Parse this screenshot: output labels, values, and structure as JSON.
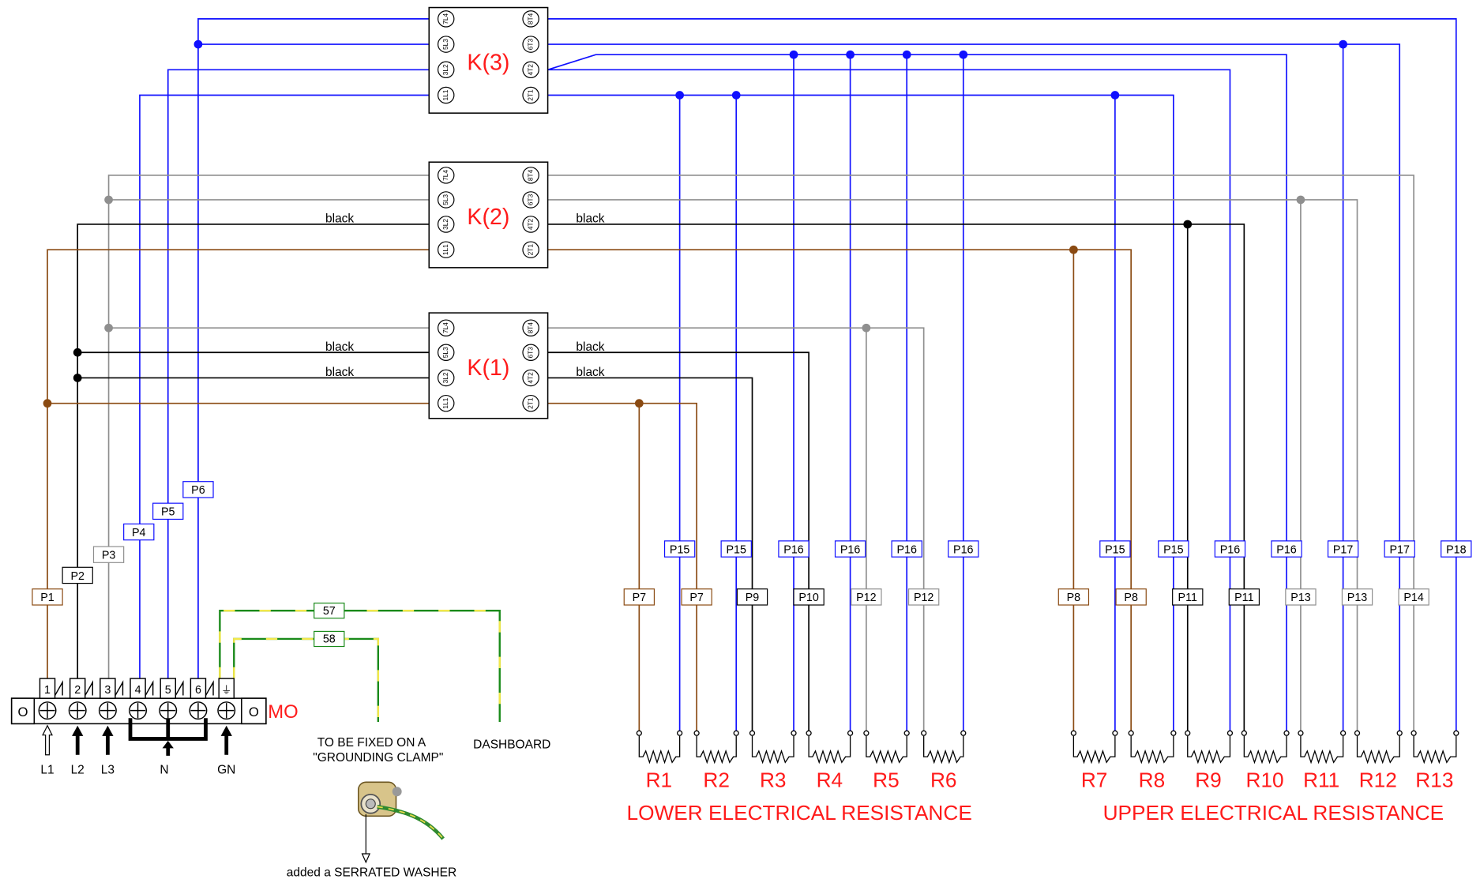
{
  "colors": {
    "blue": "#1010ff",
    "black": "#000000",
    "gray": "#8f8f8f",
    "brown": "#8a4a12",
    "green": "#1a8a1a",
    "yellow": "#f2e84a",
    "red": "#ff1a1a"
  },
  "contactors": [
    {
      "label": "K(3)",
      "left_pins": [
        "7L4",
        "5L3",
        "3L2",
        "1L1"
      ],
      "right_pins": [
        "8T4",
        "6T3",
        "4T2",
        "2T1"
      ]
    },
    {
      "label": "K(2)",
      "left_pins": [
        "7L4",
        "5L3",
        "3L2",
        "1L1"
      ],
      "right_pins": [
        "8T4",
        "6T3",
        "4T2",
        "2T1"
      ]
    },
    {
      "label": "K(1)",
      "left_pins": [
        "7L4",
        "5L3",
        "3L2",
        "1L1"
      ],
      "right_pins": [
        "8T4",
        "6T3",
        "4T2",
        "2T1"
      ]
    }
  ],
  "wire_labels": {
    "black": "black"
  },
  "conductor_tags": {
    "supply": [
      "P1",
      "P2",
      "P3",
      "P4",
      "P5",
      "P6"
    ],
    "p15": "P15",
    "p16": "P16",
    "p17": "P17",
    "p18": "P18",
    "p7": "P7",
    "p8": "P8",
    "p9": "P9",
    "p10": "P10",
    "p11": "P11",
    "p12": "P12",
    "p13": "P13",
    "p14": "P14",
    "ground": [
      "57",
      "58"
    ]
  },
  "terminal_block": {
    "label": "MO",
    "numbers": [
      "1",
      "2",
      "3",
      "4",
      "5",
      "6"
    ],
    "ground_symbol": "⏚",
    "end_mark": "O"
  },
  "inputs": [
    "L1",
    "L2",
    "L3",
    "N",
    "GN"
  ],
  "ground_notes": {
    "clamp_line1": "TO BE FIXED ON A",
    "clamp_line2": "\"GROUNDING CLAMP\"",
    "dashboard": "DASHBOARD",
    "washer": "added a SERRATED WASHER"
  },
  "resistors": {
    "lower": [
      "R1",
      "R2",
      "R3",
      "R4",
      "R5",
      "R6"
    ],
    "upper": [
      "R7",
      "R8",
      "R9",
      "R10",
      "R11",
      "R12",
      "R13"
    ],
    "lower_label": "LOWER ELECTRICAL RESISTANCE",
    "upper_label": "UPPER ELECTRICAL RESISTANCE"
  }
}
